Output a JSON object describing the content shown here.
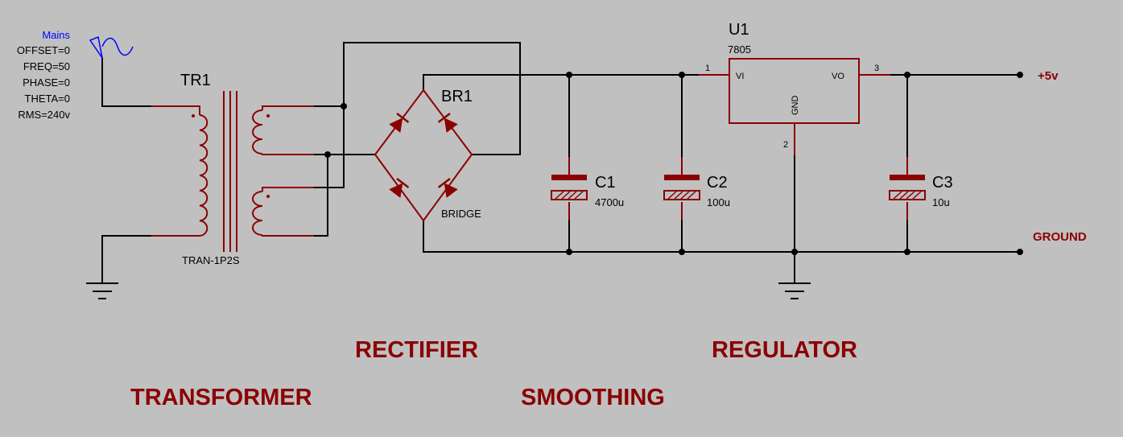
{
  "source": {
    "name": "Mains",
    "params": [
      "OFFSET=0",
      "FREQ=50",
      "PHASE=0",
      "THETA=0",
      "RMS=240v"
    ]
  },
  "transformer": {
    "ref": "TR1",
    "part": "TRAN-1P2S"
  },
  "bridge": {
    "ref": "BR1",
    "part": "BRIDGE"
  },
  "capacitors": [
    {
      "ref": "C1",
      "value": "4700u"
    },
    {
      "ref": "C2",
      "value": "100u"
    },
    {
      "ref": "C3",
      "value": "10u"
    }
  ],
  "regulator": {
    "ref": "U1",
    "part": "7805",
    "pin_vi": "VI",
    "pin_vo": "VO",
    "pin_gnd": "GND",
    "pin1": "1",
    "pin2": "2",
    "pin3": "3"
  },
  "nets": {
    "out": "+5v",
    "ground": "GROUND"
  },
  "sections": {
    "transformer": "TRANSFORMER",
    "rectifier": "RECTIFIER",
    "smoothing": "SMOOTHING",
    "regulator": "REGULATOR"
  },
  "colors": {
    "background": "#c0c0c0",
    "wire": "#000000",
    "component": "#8b0000",
    "source": "#0000ff"
  }
}
